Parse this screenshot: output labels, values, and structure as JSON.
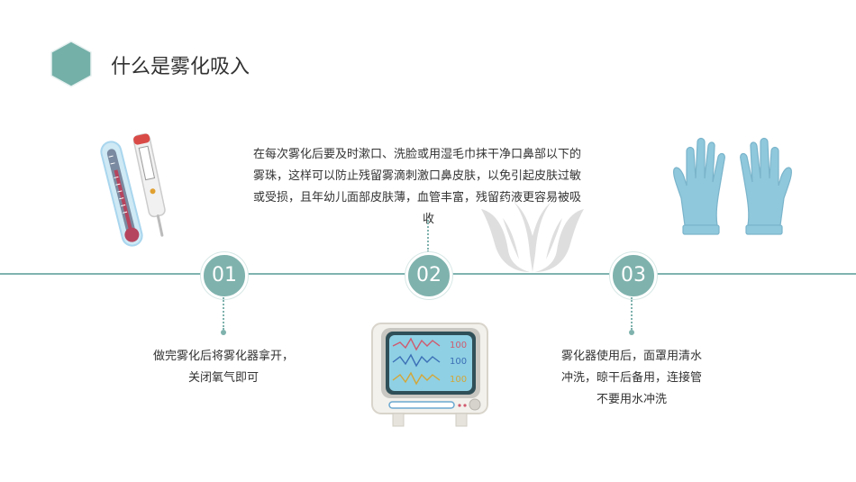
{
  "title": "什么是雾化吸入",
  "colors": {
    "accent": "#7fb2ad",
    "line": "#7fb3b0",
    "hexagon": "#74b0a8"
  },
  "steps": [
    {
      "number": "01",
      "text_lines": [
        "做完雾化后将雾化器拿开，",
        "关闭氧气即可"
      ]
    },
    {
      "number": "02",
      "text_lines": [
        "在每次雾化后要及时漱口、洗脸或用湿毛巾抹干净口鼻部以下的",
        "雾珠，这样可以防止残留雾滴刺激口鼻皮肤，以免引起皮肤过敏",
        "或受损，且年幼儿面部皮肤薄，血管丰富，残留药液更容易被吸",
        "收"
      ]
    },
    {
      "number": "03",
      "text_lines": [
        "雾化器使用后，面罩用清水",
        "冲洗，晾干后备用，连接管",
        "不要用水冲洗"
      ]
    }
  ],
  "monitor": {
    "readings": [
      "100",
      "100",
      "100"
    ]
  },
  "icons": [
    "hexagon-icon",
    "thermometer-icon",
    "digital-thermometer-icon",
    "gloves-icon",
    "monitor-icon",
    "logo-watermark-icon"
  ]
}
